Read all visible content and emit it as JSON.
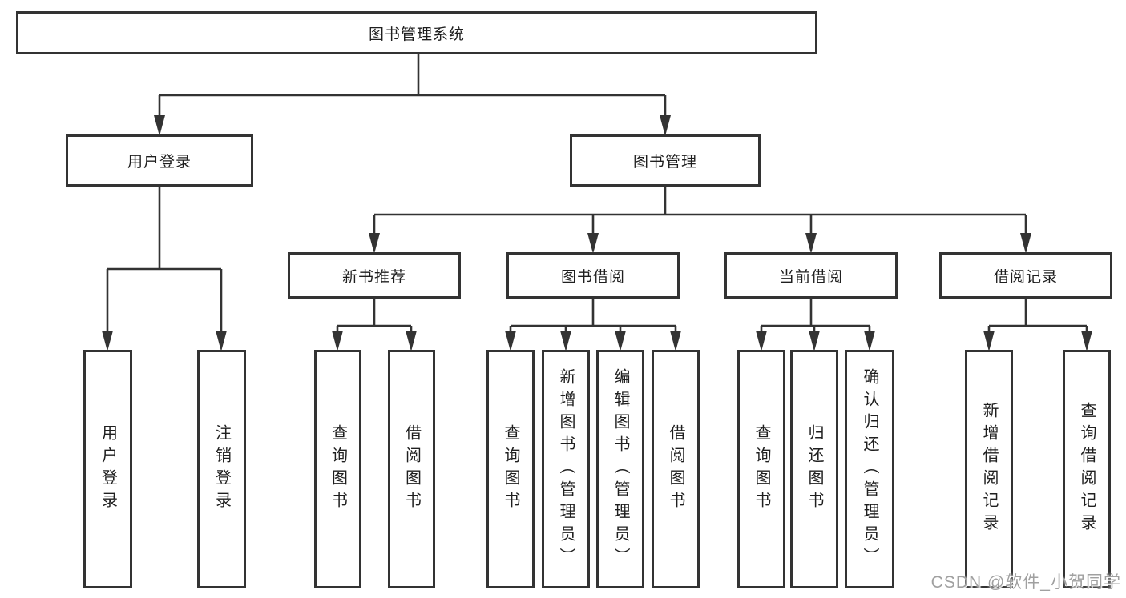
{
  "diagram": {
    "root": {
      "label": "图书管理系统"
    },
    "branches": [
      {
        "label": "用户登录",
        "leaves": [
          {
            "label": "用户登录"
          },
          {
            "label": "注销登录"
          }
        ]
      },
      {
        "label": "图书管理",
        "groups": [
          {
            "label": "新书推荐",
            "leaves": [
              {
                "label": "查询图书"
              },
              {
                "label": "借阅图书"
              }
            ]
          },
          {
            "label": "图书借阅",
            "leaves": [
              {
                "label": "查询图书"
              },
              {
                "label": "新增图书（管理员）"
              },
              {
                "label": "编辑图书（管理员）"
              },
              {
                "label": "借阅图书"
              }
            ]
          },
          {
            "label": "当前借阅",
            "leaves": [
              {
                "label": "查询图书"
              },
              {
                "label": "归还图书"
              },
              {
                "label": "确认归还（管理员）"
              }
            ]
          },
          {
            "label": "借阅记录",
            "leaves": [
              {
                "label": "新增借阅记录"
              },
              {
                "label": "查询借阅记录"
              }
            ]
          }
        ]
      }
    ]
  },
  "watermark": {
    "text": "CSDN @软件_小贺同学"
  },
  "colors": {
    "background": "#ffffff",
    "line": "#333333",
    "box_border": "#333333",
    "text": "#1f1f1f",
    "watermark": "#a0a0a0"
  }
}
